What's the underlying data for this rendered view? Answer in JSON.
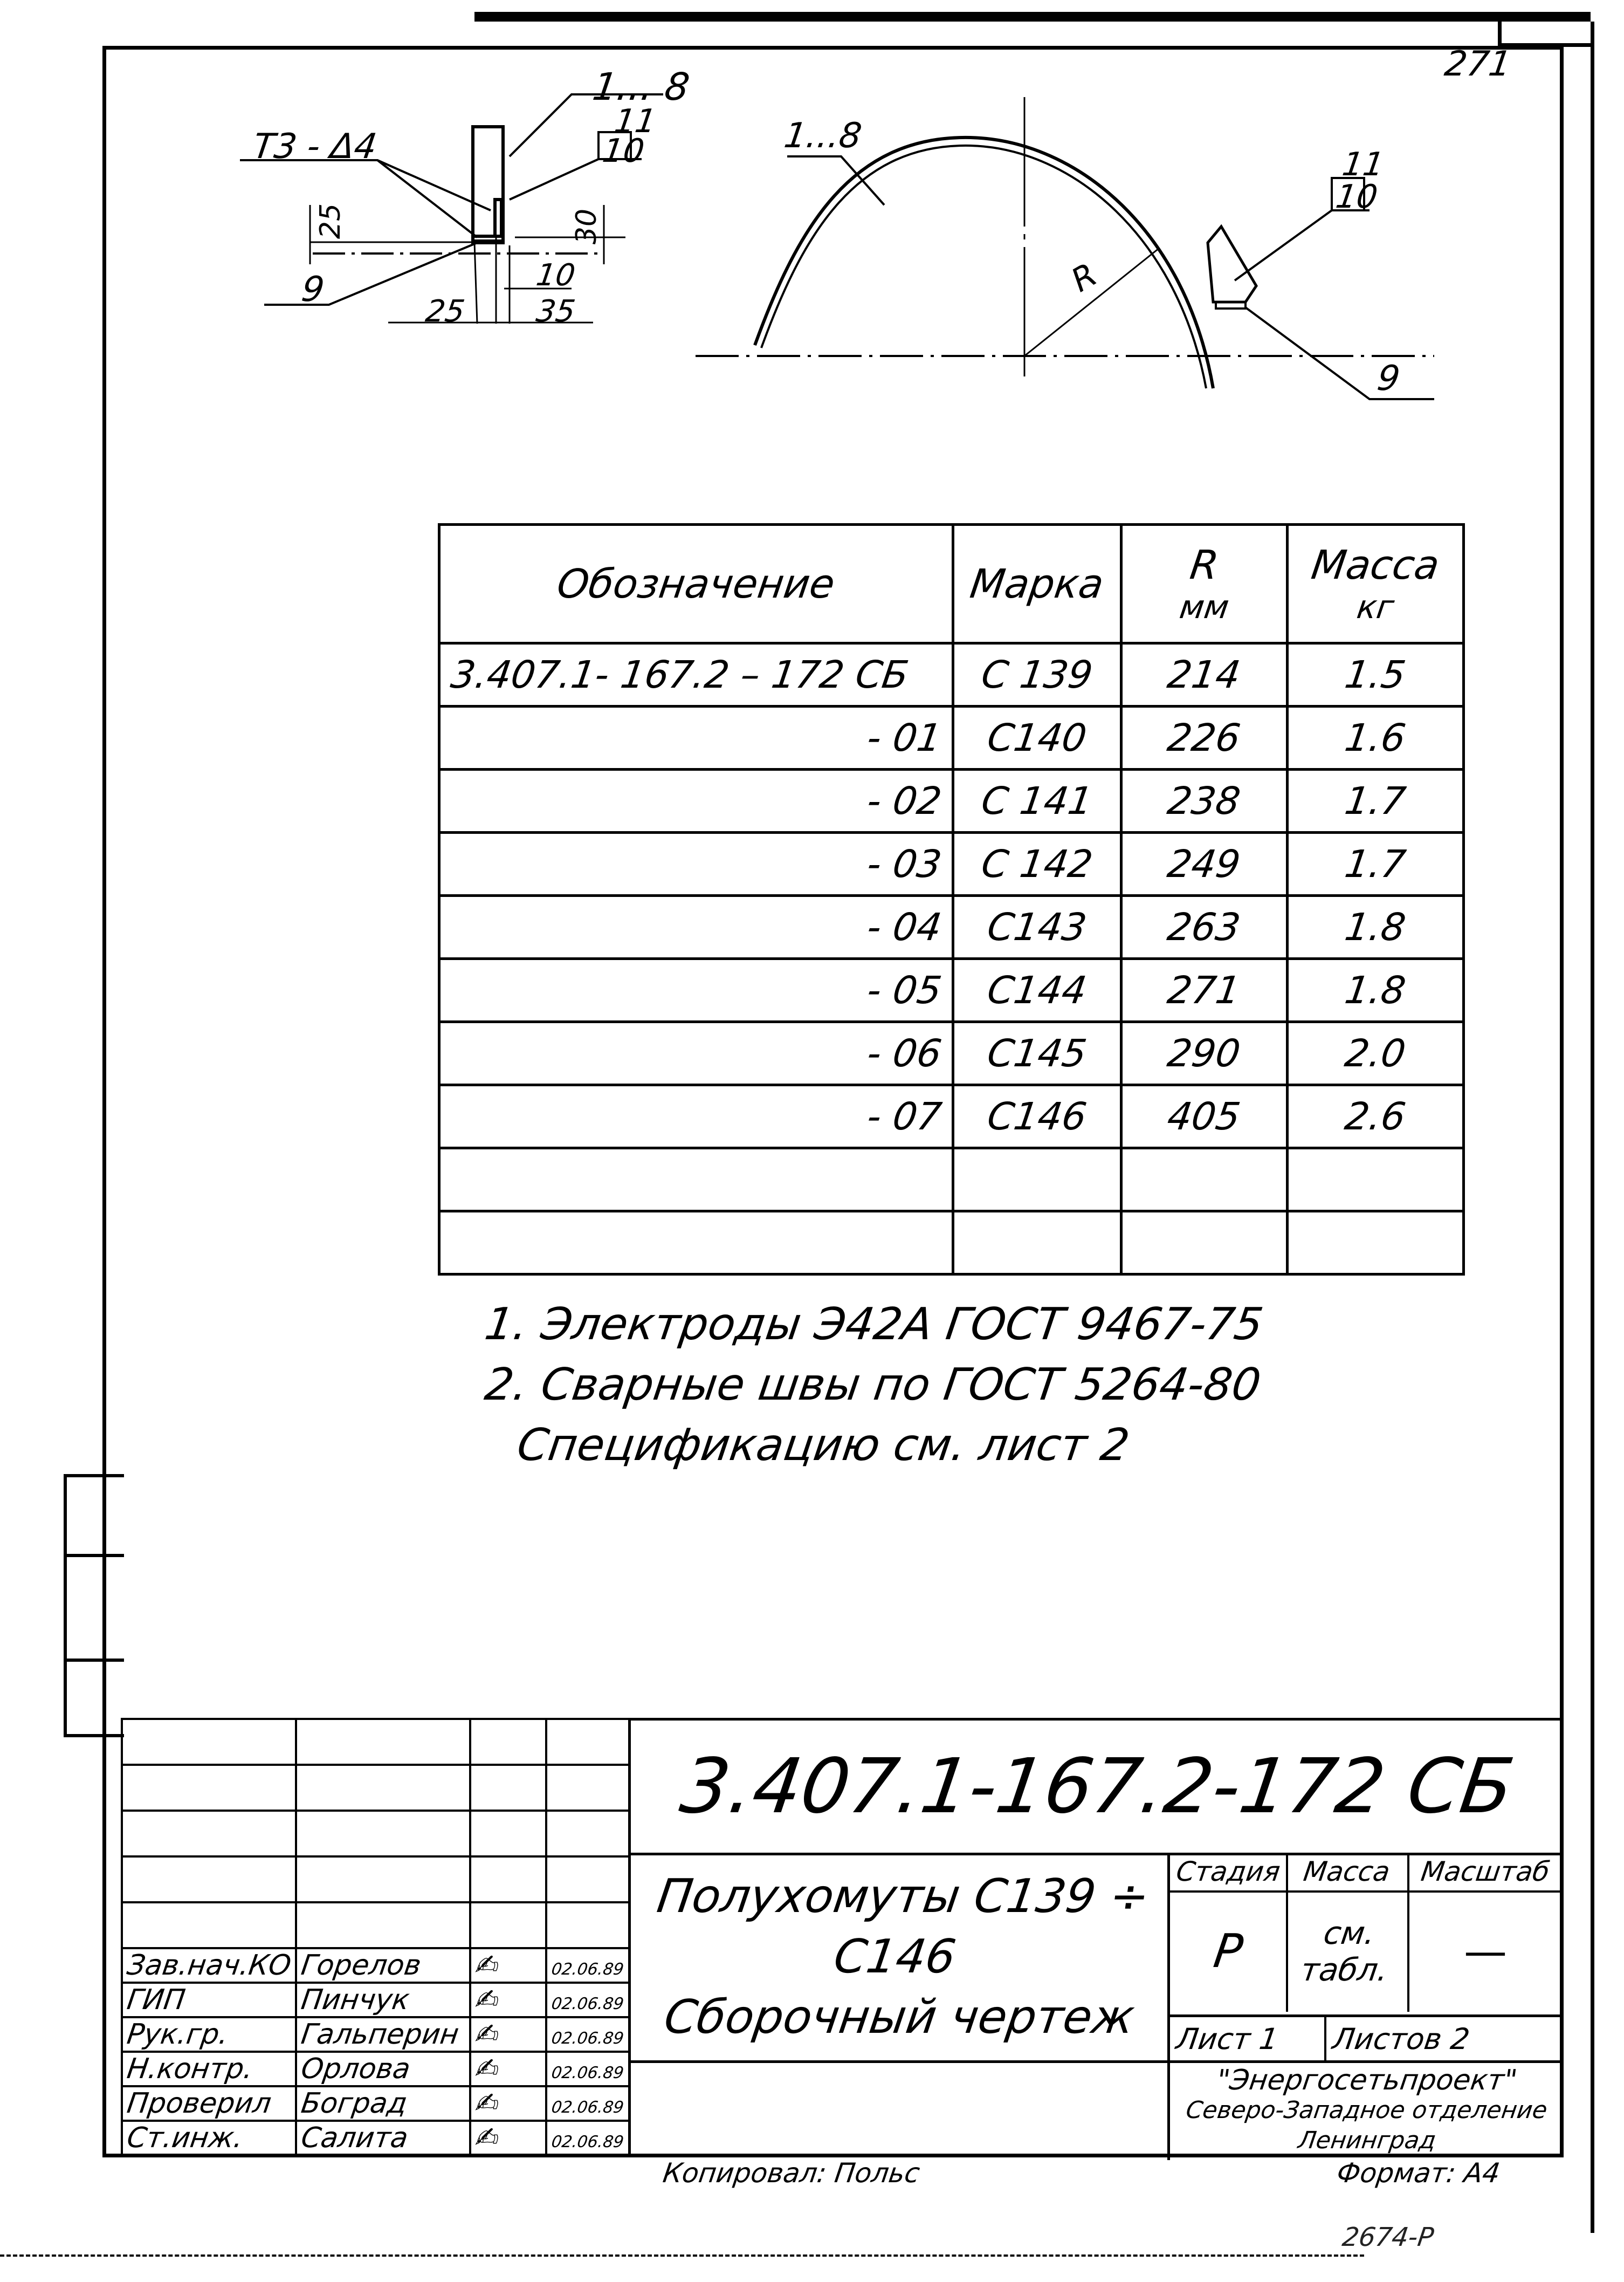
{
  "page": {
    "sheet_number_handwritten": "271",
    "stamp_bottom_right": "2674-Р"
  },
  "drawing": {
    "section_view": {
      "callout_parts": "1... 8",
      "callout_weld": "Т3 - Δ4",
      "callout_part_11": "11",
      "callout_part_10": "10",
      "callout_part_9": "9",
      "dim_25_vertical": "25",
      "dim_30_vertical": "30",
      "dim_10": "10",
      "dim_25_horizontal": "25",
      "dim_35": "35"
    },
    "arc_view": {
      "callout_parts": "1...8",
      "radius_label": "R",
      "callout_part_11": "11",
      "callout_part_10": "10",
      "callout_part_9": "9"
    }
  },
  "spec_table": {
    "headers": {
      "designation": "Обозначение",
      "mark": "Марка",
      "radius": "R",
      "radius_unit": "мм",
      "mass": "Масса",
      "mass_unit": "кг"
    },
    "rows": [
      {
        "designation": "3.407.1- 167.2 – 172 СБ",
        "mark": "С 139",
        "r": "214",
        "mass": "1.5"
      },
      {
        "designation": "- 01",
        "mark": "С140",
        "r": "226",
        "mass": "1.6"
      },
      {
        "designation": "- 02",
        "mark": "С 141",
        "r": "238",
        "mass": "1.7"
      },
      {
        "designation": "- 03",
        "mark": "С 142",
        "r": "249",
        "mass": "1.7"
      },
      {
        "designation": "- 04",
        "mark": "С143",
        "r": "263",
        "mass": "1.8"
      },
      {
        "designation": "- 05",
        "mark": "С144",
        "r": "271",
        "mass": "1.8"
      },
      {
        "designation": "- 06",
        "mark": "С145",
        "r": "290",
        "mass": "2.0"
      },
      {
        "designation": "- 07",
        "mark": "С146",
        "r": "405",
        "mass": "2.6"
      },
      {
        "designation": "",
        "mark": "",
        "r": "",
        "mass": ""
      },
      {
        "designation": "",
        "mark": "",
        "r": "",
        "mass": ""
      }
    ]
  },
  "notes": [
    "1.  Электроды Э42А ГОСТ 9467-75",
    "2. Сварные  швы  по ГОСТ 5264-80",
    "   Спецификацию  см.  лист 2"
  ],
  "title_block": {
    "document_code": "3.407.1-167.2-172 СБ",
    "title_line1": "Полухомуты С139 ÷ С146",
    "title_line2": "Сборочный чертеж",
    "stage_label": "Стадия",
    "mass_label": "Масса",
    "scale_label": "Масштаб",
    "stage_value": "Р",
    "mass_value": "см. табл.",
    "scale_value": "—",
    "sheet_label": "Лист 1",
    "sheets_label": "Листов 2",
    "org_line1": "\"Энергосетьпроект\"",
    "org_line2": "Северо-Западное отделение",
    "org_line3": "Ленинград",
    "signatures": [
      {
        "role": "Зав.нач.КО",
        "name": "Горелов",
        "date": "02.06.89"
      },
      {
        "role": "ГИП",
        "name": "Пинчук",
        "date": "02.06.89"
      },
      {
        "role": "Рук.гр.",
        "name": "Гальперин",
        "date": "02.06.89"
      },
      {
        "role": "Н.контр.",
        "name": "Орлова",
        "date": "02.06.89"
      },
      {
        "role": "Проверил",
        "name": "Боград",
        "date": "02.06.89"
      },
      {
        "role": "Ст.инж.",
        "name": "Салита",
        "date": "02.06.89"
      }
    ]
  },
  "footer": {
    "copied_by": "Копировал: Польс",
    "format": "Формат: А4"
  }
}
